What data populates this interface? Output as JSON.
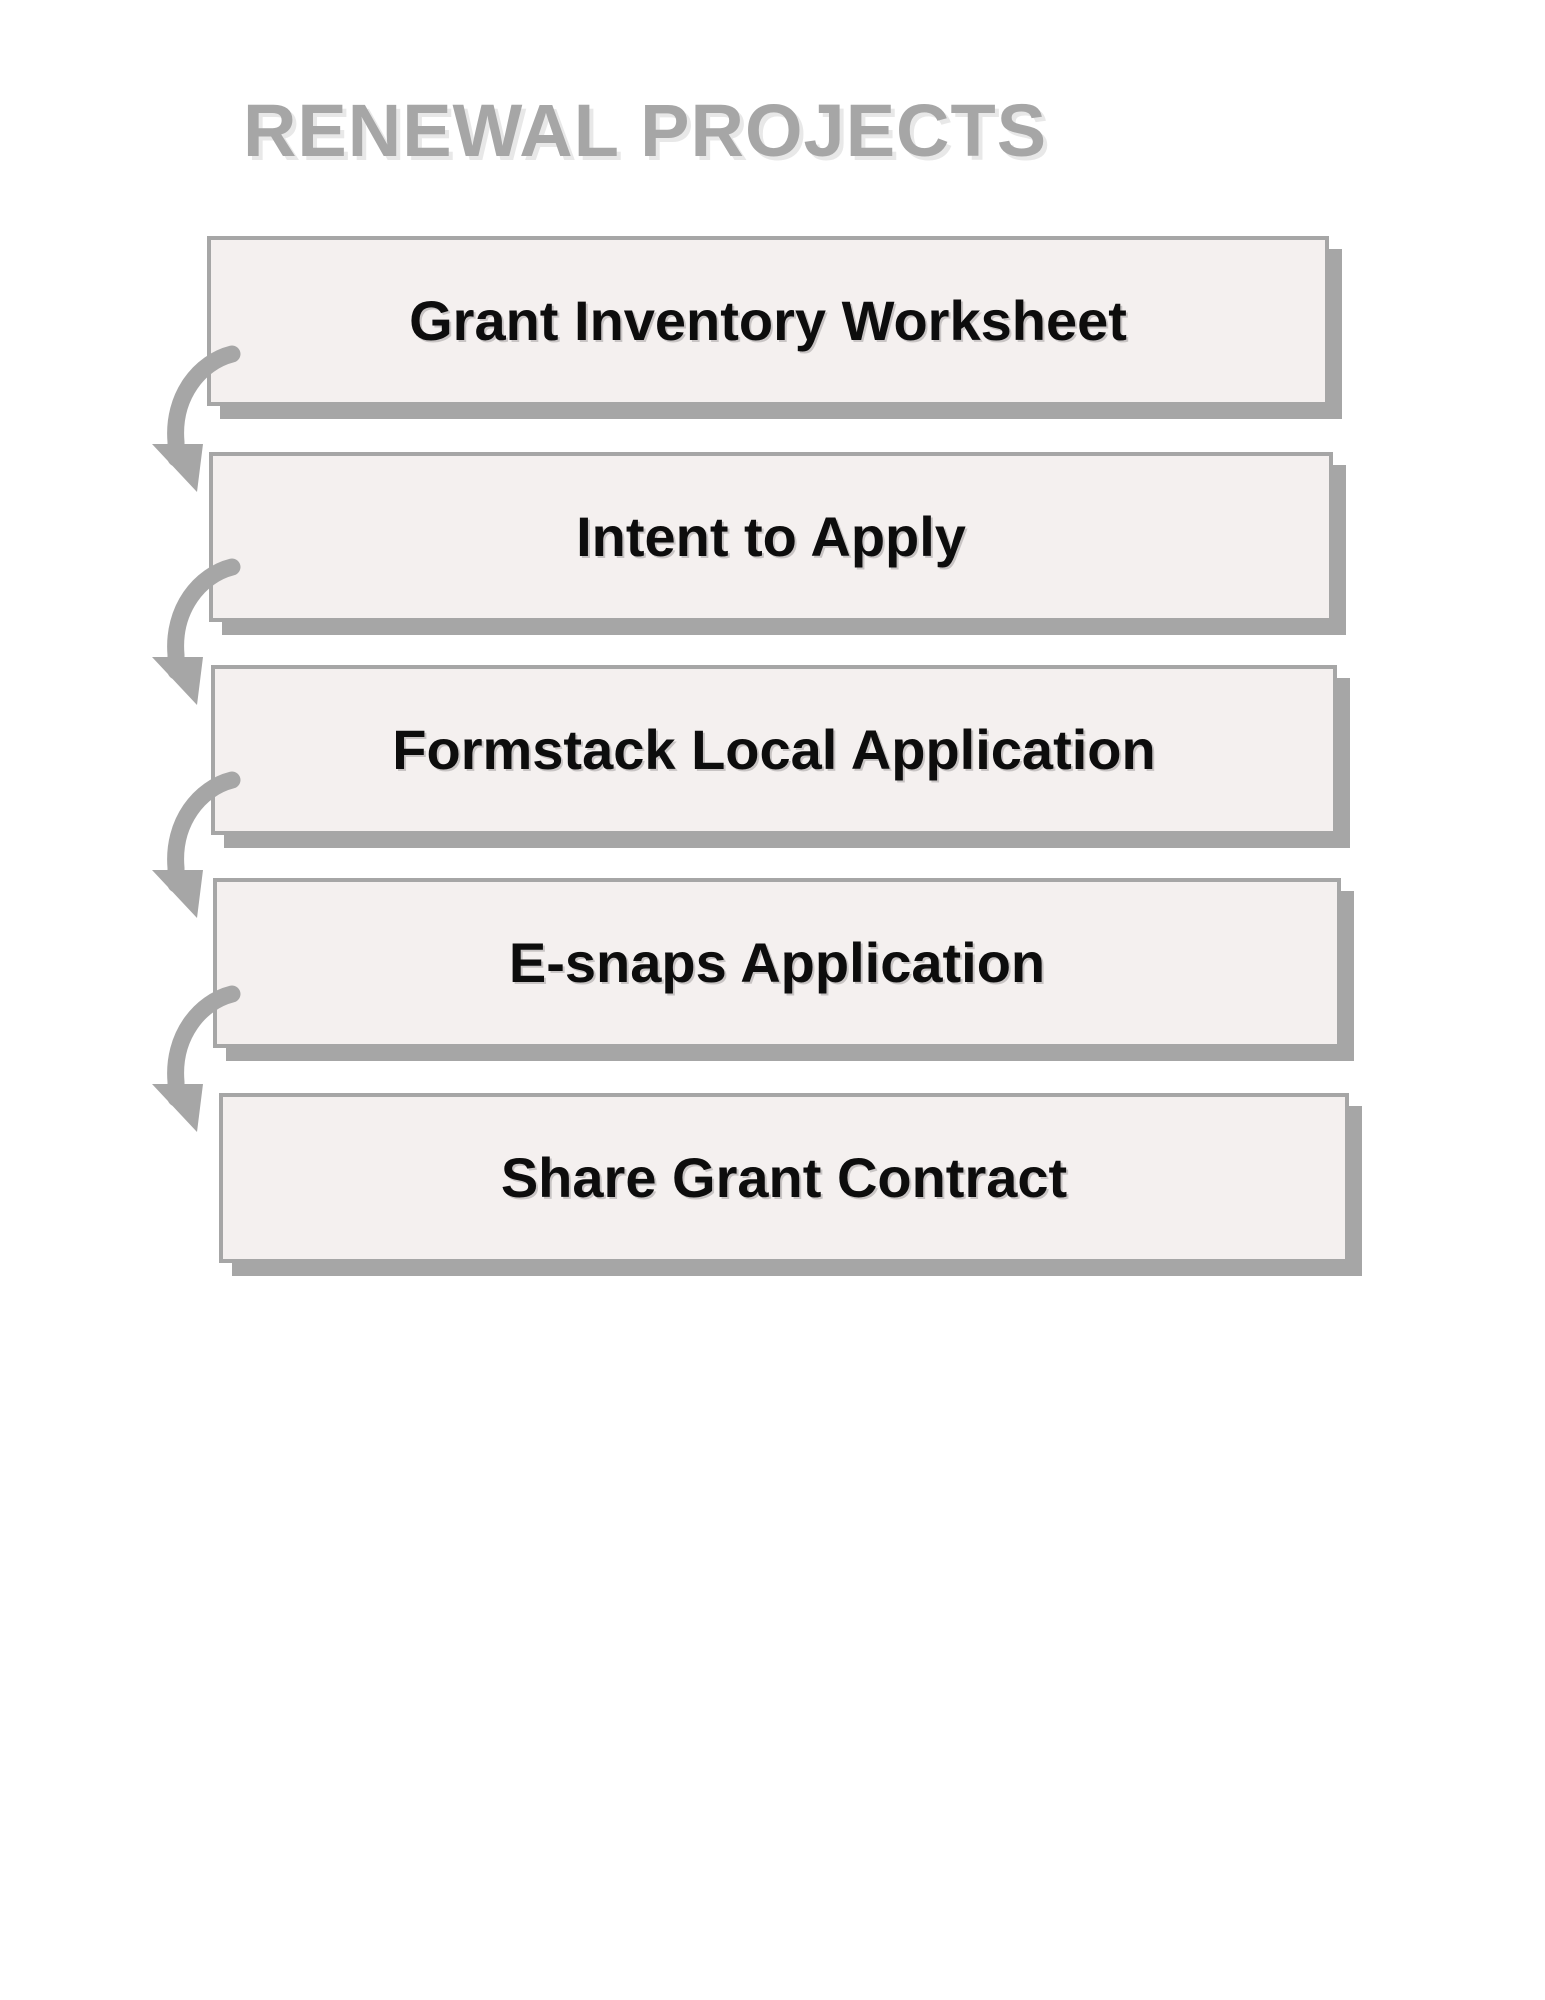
{
  "title": "RENEWAL PROJECTS",
  "colors": {
    "background": "#ffffff",
    "title_text": "#a6a6a6",
    "title_shadow": "#e8e8e8",
    "node_fill": "#f4f0ef",
    "node_border": "#a6a6a6",
    "node_shadow": "#a6a6a6",
    "node_text": "#0d0d0d",
    "arrow": "#a6a6a6"
  },
  "diagram": {
    "type": "flowchart",
    "orientation": "vertical",
    "nodes": [
      {
        "id": "step-1",
        "label": "Grant Inventory Worksheet"
      },
      {
        "id": "step-2",
        "label": "Intent to Apply"
      },
      {
        "id": "step-3",
        "label": "Formstack Local Application"
      },
      {
        "id": "step-4",
        "label": "E-snaps Application"
      },
      {
        "id": "step-5",
        "label": "Share Grant Contract"
      }
    ],
    "connectors": [
      {
        "id": "arrow-1",
        "from": "step-1",
        "to": "step-2",
        "shape": "curved-arrow-down"
      },
      {
        "id": "arrow-2",
        "from": "step-2",
        "to": "step-3",
        "shape": "curved-arrow-down"
      },
      {
        "id": "arrow-3",
        "from": "step-3",
        "to": "step-4",
        "shape": "curved-arrow-down"
      },
      {
        "id": "arrow-4",
        "from": "step-4",
        "to": "step-5",
        "shape": "curved-arrow-down"
      }
    ]
  }
}
